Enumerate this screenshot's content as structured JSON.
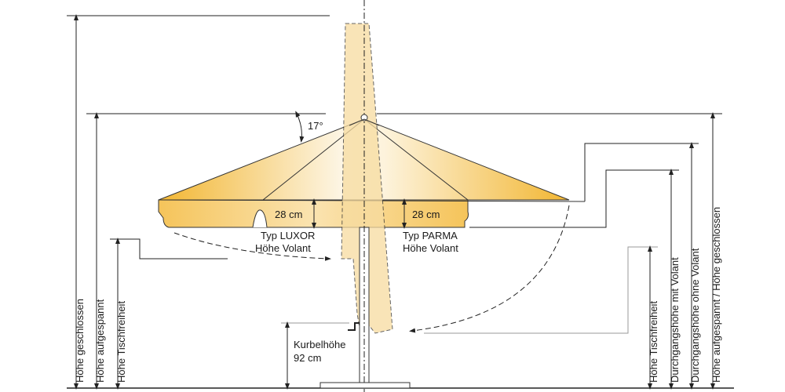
{
  "labels": {
    "angle": "17°",
    "volant_height_left": "28 cm",
    "volant_height_right": "28 cm",
    "type_luxor": "Typ LUXOR",
    "volant_luxor": "Höhe Volant",
    "type_parma": "Typ PARMA",
    "volant_parma": "Höhe Volant",
    "crank_height": "Kurbelhöhe",
    "crank_value": "92 cm"
  },
  "left_dimensions": [
    "Höhe geschlossen",
    "Höhe aufgespannt",
    "Höhe Tischfreiheit"
  ],
  "right_dimensions": [
    "Höhe Tischfreiheit",
    "Durchgangshöhe mit Volant",
    "Durchgangshöhe ohne Volant",
    "Höhe aufgespannt / Höhe geschlossen"
  ],
  "colors": {
    "canopy": "#f2b632",
    "canopy_light": "#fdf3dc",
    "closed": "#f7dca0"
  }
}
